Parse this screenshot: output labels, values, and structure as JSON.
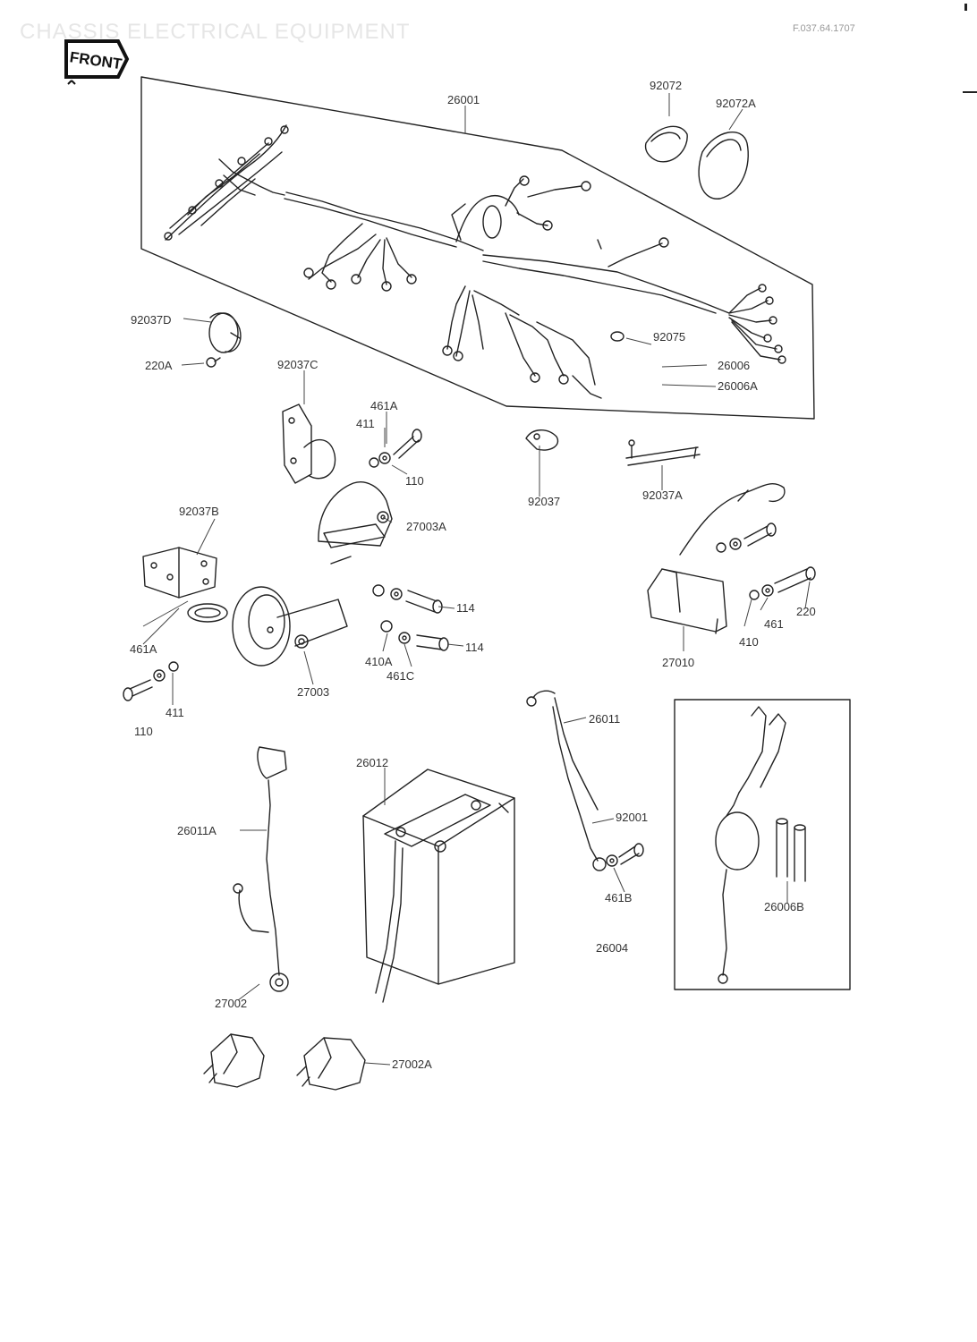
{
  "header": {
    "title": "CHASSIS ELECTRICAL EQUIPMENT",
    "code": "F.037.64.1707",
    "front_label": "FRONT"
  },
  "parts": {
    "p26001": "26001",
    "p92072": "92072",
    "p92072A": "92072A",
    "p92037D_a": "92037D",
    "p220A": "220A",
    "p92075": "92075",
    "p26006": "26006",
    "p26006A": "26006A",
    "p92037C": "92037C",
    "p461A_a": "461A",
    "p411_a": "411",
    "p110_a": "110",
    "p92037": "92037",
    "p92037A": "92037A",
    "p27003A": "27003A",
    "p92037B": "92037B",
    "p114_a": "114",
    "p114_b": "114",
    "p461A_b": "461A",
    "p410A": "410A",
    "p461C": "461C",
    "p27003": "27003",
    "p411_b": "411",
    "p110_b": "110",
    "p461": "461",
    "p220": "220",
    "p410": "410",
    "p27010": "27010",
    "p26011": "26011",
    "p26012": "26012",
    "p26011A": "26011A",
    "p92001": "92001",
    "p461B": "461B",
    "p26006B": "26006B",
    "p26004": "26004",
    "p27002": "27002",
    "p27002A": "27002A"
  }
}
